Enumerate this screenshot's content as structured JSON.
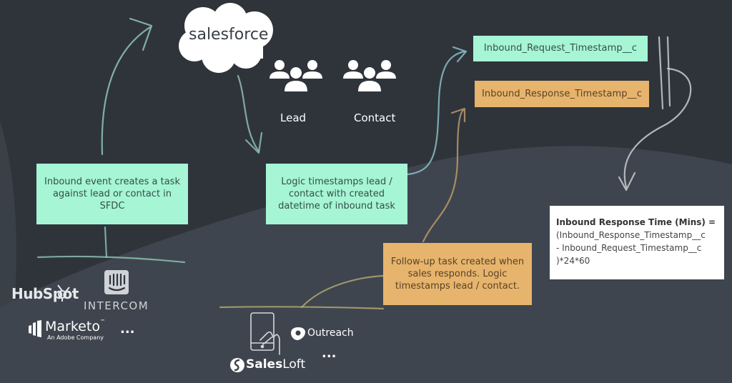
{
  "salesforce": {
    "logo_text": "salesforce"
  },
  "objects": [
    {
      "label": "Lead",
      "icon": "people-group-icon"
    },
    {
      "label": "Contact",
      "icon": "people-group-icon"
    }
  ],
  "fields": {
    "request": "Inbound_Request_Timestamp__c",
    "response": "Inbound_Response_Timestamp__c"
  },
  "steps": {
    "inbound_event": "Inbound event creates a task against lead or contact in SFDC",
    "logic_timestamps": "Logic timestamps lead / contact with created datetime of inbound task",
    "follow_up": "Follow-up task created when sales responds. Logic timestamps lead / contact."
  },
  "formula": {
    "title": "Inbound Response Time (Mins) =",
    "line1": "(Inbound_Response_Timestamp__c",
    "line2": "- Inbound_Request_Timestamp__c",
    "line3": ")*24*60"
  },
  "inbound_tools": {
    "hubspot": "HubSpot",
    "intercom": "INTERCOM",
    "marketo": "Marketo",
    "marketo_sub": "An Adobe Company",
    "marketo_tm": "™",
    "more": "..."
  },
  "sales_tools": {
    "outreach": "Outreach",
    "salesloft_a": "Sales",
    "salesloft_b": "Loft",
    "more": "..."
  },
  "colors": {
    "background": "#2f343b",
    "green": "#a6f5d4",
    "orange": "#e6b46c",
    "white": "#ffffff"
  }
}
